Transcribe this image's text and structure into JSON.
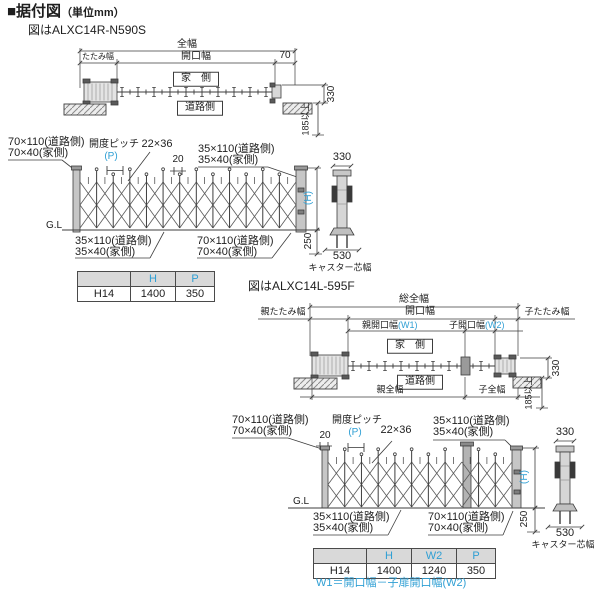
{
  "accent_color": "#2f9fd4",
  "header": {
    "title_main": "■据付図",
    "title_unit": "（単位mm）"
  },
  "diagram1": {
    "caption": "図はALXC14R-N590S",
    "plan": {
      "total_width": "全幅",
      "fold_width": "たたみ幅",
      "opening_width": "開口幅",
      "post_offset": "70",
      "house_side": "家　側",
      "road_side": "道路側",
      "depth": "330",
      "clearance": "185以上"
    },
    "elevation": {
      "top_left_line1": "70×110(道路側)",
      "top_left_line2": "70×40(家側)",
      "pitch": "開度ピッチ",
      "pitch_sym": "(P)",
      "lattice_size": "22×36",
      "top_offset": "20",
      "top_right_line1": "35×110(道路側)",
      "top_right_line2": "35×40(家側)",
      "post_width": "330",
      "height_sym": "(H)",
      "ground": "G.L",
      "bottom_left_line1": "35×110(道路側)",
      "bottom_left_line2": "35×40(家側)",
      "bottom_right_line1": "70×110(道路側)",
      "bottom_right_line2": "70×40(家側)",
      "embed_depth": "250",
      "caster_width_value": "530",
      "caster_width_label": "キャスター芯幅"
    },
    "table": {
      "headers": [
        "",
        "H",
        "P"
      ],
      "rows": [
        [
          "H14",
          "1400",
          "350"
        ]
      ]
    }
  },
  "diagram2": {
    "caption": "図はALXC14L-595F",
    "plan": {
      "total_width": "総全幅",
      "opening_width": "開口幅",
      "parent_fold_width": "親たたみ幅",
      "child_fold_width": "子たたみ幅",
      "parent_opening": "親開口幅",
      "parent_opening_sym": "(W1)",
      "child_opening": "子開口幅",
      "child_opening_sym": "(W2)",
      "house_side": "家　側",
      "road_side": "道路側",
      "parent_total_width": "親全幅",
      "child_total_width": "子全幅",
      "depth": "330",
      "clearance": "185以上"
    },
    "elevation": {
      "top_left_line1": "70×110(道路側)",
      "top_left_line2": "70×40(家側)",
      "pitch": "開度ピッチ",
      "pitch_sym": "(P)",
      "lattice_size": "22×36",
      "top_offset": "20",
      "top_right_line1": "35×110(道路側)",
      "top_right_line2": "35×40(家側)",
      "post_width": "330",
      "height_sym": "(H)",
      "ground": "G.L",
      "bottom_left_line1": "35×110(道路側)",
      "bottom_left_line2": "35×40(家側)",
      "bottom_right_line1": "70×110(道路側)",
      "bottom_right_line2": "70×40(家側)",
      "embed_depth": "250",
      "caster_width_value": "530",
      "caster_width_label": "キャスター芯幅"
    },
    "table": {
      "headers": [
        "",
        "H",
        "W2",
        "P"
      ],
      "rows": [
        [
          "H14",
          "1400",
          "1240",
          "350"
        ]
      ]
    },
    "note": "W1＝開口幅－子扉開口幅(W2)"
  }
}
